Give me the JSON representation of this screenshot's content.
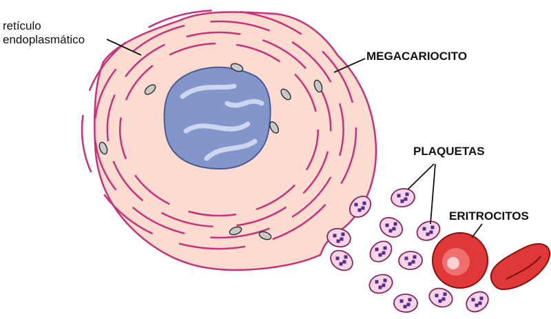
{
  "labels": {
    "reticulum_line1": "retículo",
    "reticulum_line2": "endoplasmático",
    "megakaryocyte": "MEGACARIOCITO",
    "platelets": "PLAQUETAS",
    "erythrocytes": "ERITROCITOS"
  },
  "colors": {
    "cytoplasm": "#fcdcd0",
    "membrane": "#c8307a",
    "nucleus": "#7d90c8",
    "erythrocyte": "#e03030",
    "platelet_granule": "#5a2a90"
  }
}
